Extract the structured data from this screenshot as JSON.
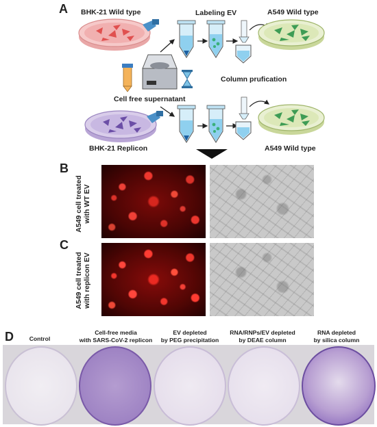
{
  "panel_a": {
    "label": "A",
    "bhk_wild": "BHK-21 Wild type",
    "labeling_ev": "Labeling EV",
    "a549_wild_top": "A549 Wild type",
    "column_purification": "Column prufication",
    "cell_free_supernatant": "Cell free supernatant",
    "bhk_replicon": "BHK-21 Replicon",
    "a549_wild_bottom": "A549 Wild type"
  },
  "panel_b": {
    "label": "B",
    "row_label_line1": "A549 cell treated",
    "row_label_line2": "with WT EV"
  },
  "panel_c": {
    "label": "C",
    "row_label_line1": "A549 cell treated",
    "row_label_line2": "with replicon EV"
  },
  "panel_d": {
    "label": "D",
    "wells": [
      {
        "line1": "Control",
        "line2": ""
      },
      {
        "line1": "Cell-free media",
        "line2": "with SARS-CoV-2 replicon"
      },
      {
        "line1": "EV depleted",
        "line2": "by PEG precipitation"
      },
      {
        "line1": "RNA/RNPs/EV depleted",
        "line2": "by DEAE column"
      },
      {
        "line1": "RNA depleted",
        "line2": "by silica column"
      }
    ]
  },
  "colors": {
    "wild_dish": "#f6c9c9",
    "replicon_dish": "#d9cdea",
    "a549_dish": "#e9f0d2",
    "tube_fill": "#8fd0ef",
    "stain_dark": "#8a6bb8",
    "stain_light": "#e7e1ef"
  }
}
